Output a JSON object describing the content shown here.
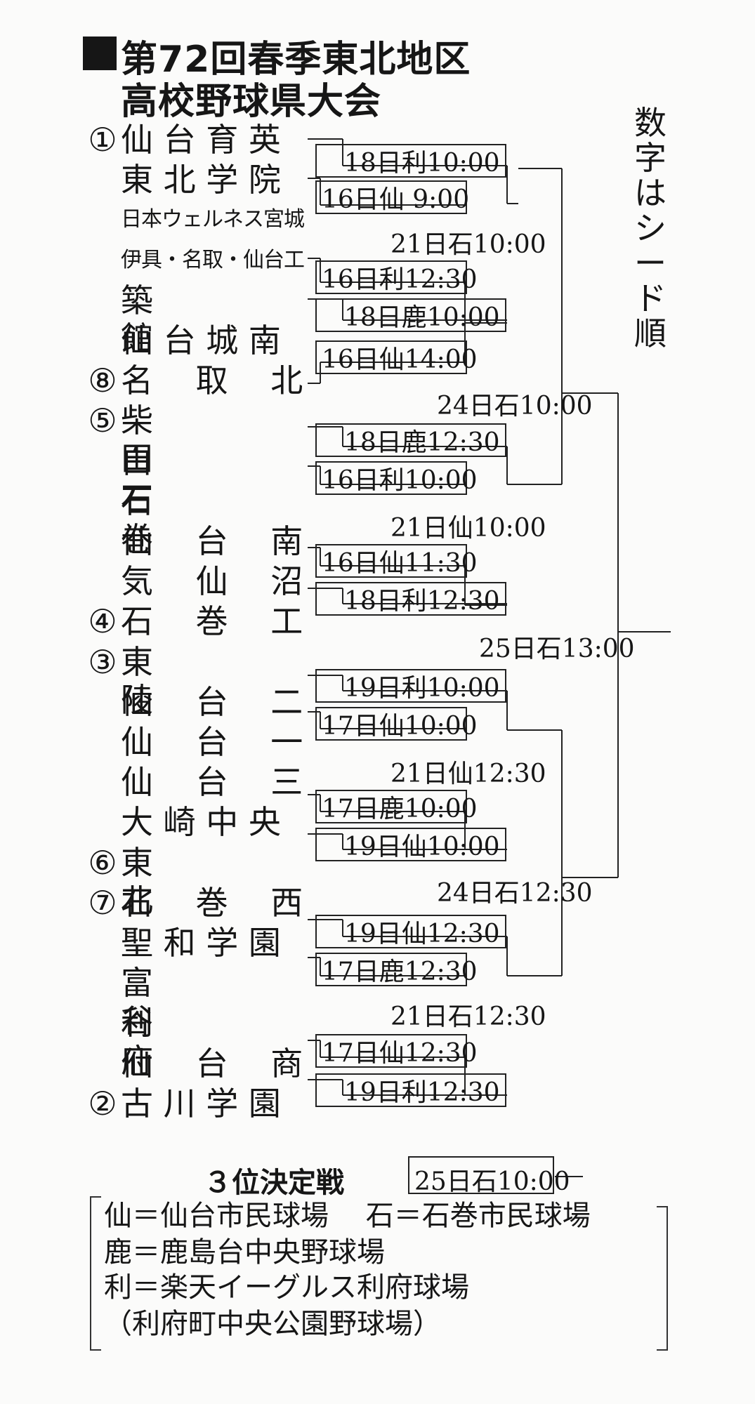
{
  "title": {
    "line1": "第72回春季東北地区",
    "line2": "高校野球県大会"
  },
  "seed_note": "数字はシード順",
  "teams": [
    {
      "seed": "①",
      "name": "仙 台 育 英"
    },
    {
      "seed": "",
      "name": "東 北 学 院"
    },
    {
      "seed": "",
      "name": "日本ウェルネス宮城"
    },
    {
      "seed": "",
      "name": "伊具・名取・仙台工"
    },
    {
      "seed": "",
      "name": "築　　　　館"
    },
    {
      "seed": "",
      "name": "仙 台 城 南"
    },
    {
      "seed": "⑧",
      "name": "名　 取　 北"
    },
    {
      "seed": "⑤",
      "name": "柴　　　　田"
    },
    {
      "seed": "",
      "name": "白　　　　石"
    },
    {
      "seed": "",
      "name": "石　　　　巻"
    },
    {
      "seed": "",
      "name": "仙　 台　 南"
    },
    {
      "seed": "",
      "name": "気　 仙　 沼"
    },
    {
      "seed": "④",
      "name": "石　 巻　 工"
    },
    {
      "seed": "③",
      "name": "東　　　　陵"
    },
    {
      "seed": "",
      "name": "仙　 台　 二"
    },
    {
      "seed": "",
      "name": "仙　 台　 一"
    },
    {
      "seed": "",
      "name": "仙　 台　 三"
    },
    {
      "seed": "",
      "name": "大 崎 中 央"
    },
    {
      "seed": "⑥",
      "name": "東　　　　北"
    },
    {
      "seed": "⑦",
      "name": "石　 巻　 西"
    },
    {
      "seed": "",
      "name": "聖 和 学 園"
    },
    {
      "seed": "",
      "name": "富　　　　谷"
    },
    {
      "seed": "",
      "name": "利　　　　府"
    },
    {
      "seed": "",
      "name": "仙　 台　 商"
    },
    {
      "seed": "②",
      "name": "古 川 学 園"
    }
  ],
  "schedules": {
    "r1_a": "18日利10:00",
    "r1_b": "16日仙 9:00",
    "r1_c": "16日利12:30",
    "r1_d": "18日鹿10:00",
    "r1_e": "16日仙14:00",
    "r1_f": "18日鹿12:30",
    "r1_g": "16日利10:00",
    "r1_h": "16日仙11:30",
    "r1_i": "18日利12:30",
    "r1_j": "19日利10:00",
    "r1_k": "17日仙10:00",
    "r1_l": "17日鹿10:00",
    "r1_m": "19日仙10:00",
    "r1_n": "19日仙12:30",
    "r1_o": "17日鹿12:30",
    "r1_p": "17日仙12:30",
    "r1_q": "19日利12:30",
    "qf_1": "21日石10:00",
    "qf_2": "21日仙10:00",
    "qf_3": "21日仙12:30",
    "qf_4": "21日石12:30",
    "sf_1": "24日石10:00",
    "sf_2": "24日石12:30",
    "final": "25日石13:00"
  },
  "third_place": {
    "label": "３位決定戦",
    "time": "25日石10:00"
  },
  "legend": [
    "仙＝仙台市民球場　 石＝石巻市民球場",
    "鹿＝鹿島台中央野球場",
    "利＝楽天イーグルス利府球場",
    "（利府町中央公園野球場）"
  ]
}
